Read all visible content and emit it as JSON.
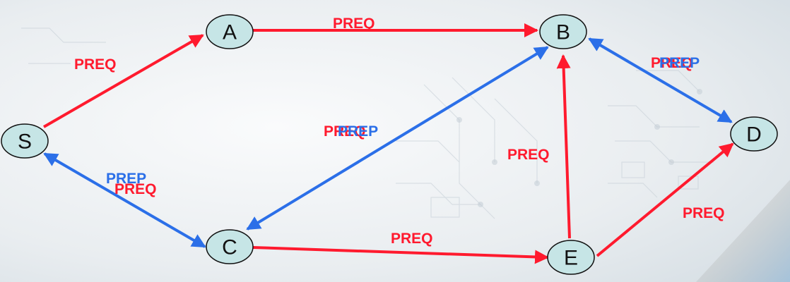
{
  "colors": {
    "preq": "#ff1a2e",
    "prep": "#2b6fe8",
    "node_fill": "#c6e5e6",
    "node_stroke": "#111111",
    "background": "#eef1f3"
  },
  "nodes": [
    {
      "id": "S",
      "label": "S"
    },
    {
      "id": "A",
      "label": "A"
    },
    {
      "id": "B",
      "label": "B"
    },
    {
      "id": "C",
      "label": "C"
    },
    {
      "id": "D",
      "label": "D"
    },
    {
      "id": "E",
      "label": "E"
    }
  ],
  "edges": [
    {
      "id": "s-a",
      "from": "S",
      "to": "A",
      "kind": "preq",
      "direction": "forward",
      "labels": [
        {
          "text": "PREQ",
          "kind": "preq"
        }
      ]
    },
    {
      "id": "a-b",
      "from": "A",
      "to": "B",
      "kind": "preq",
      "direction": "forward",
      "labels": [
        {
          "text": "PREQ",
          "kind": "preq"
        }
      ]
    },
    {
      "id": "b-d",
      "from": "B",
      "to": "D",
      "kind": "prep",
      "direction": "both",
      "labels": [
        {
          "text": "PREQ",
          "kind": "preq"
        },
        {
          "text": "PREP",
          "kind": "prep"
        }
      ]
    },
    {
      "id": "b-c",
      "from": "B",
      "to": "C",
      "kind": "prep",
      "direction": "both",
      "labels": [
        {
          "text": "PREQ",
          "kind": "preq"
        },
        {
          "text": "PREP",
          "kind": "prep"
        }
      ]
    },
    {
      "id": "s-c",
      "from": "S",
      "to": "C",
      "kind": "prep",
      "direction": "both",
      "labels": [
        {
          "text": "PREP",
          "kind": "prep"
        },
        {
          "text": "PREQ",
          "kind": "preq"
        }
      ]
    },
    {
      "id": "c-e",
      "from": "C",
      "to": "E",
      "kind": "preq",
      "direction": "forward",
      "labels": [
        {
          "text": "PREQ",
          "kind": "preq"
        }
      ]
    },
    {
      "id": "e-b",
      "from": "E",
      "to": "B",
      "kind": "preq",
      "direction": "forward",
      "labels": [
        {
          "text": "PREQ",
          "kind": "preq"
        }
      ]
    },
    {
      "id": "e-d",
      "from": "E",
      "to": "D",
      "kind": "preq",
      "direction": "forward",
      "labels": [
        {
          "text": "PREQ",
          "kind": "preq"
        }
      ]
    }
  ]
}
